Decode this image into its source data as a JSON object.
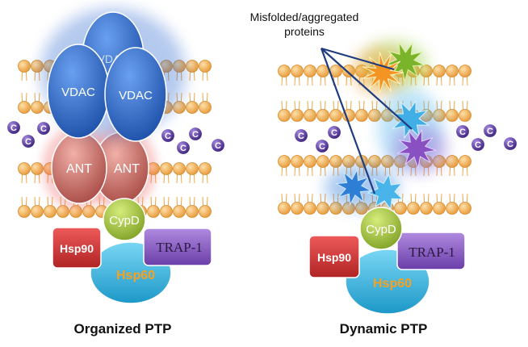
{
  "title_line1": "Misfolded/aggregated",
  "title_line2": "proteins",
  "panels": [
    {
      "caption": "Organized PTP",
      "vdac_label": "VDAC",
      "ant_label": "ANT",
      "cypd_label": "CypD",
      "hsp90_label": "Hsp90",
      "hsp60_label": "Hsp60",
      "trap_label": "TRAP-1",
      "cytc_label": "C"
    },
    {
      "caption": "Dynamic PTP",
      "cypd_label": "CypD",
      "hsp90_label": "Hsp90",
      "hsp60_label": "Hsp60",
      "trap_label": "TRAP-1",
      "cytc_label": "C"
    }
  ],
  "colors": {
    "lipid_head": "#f4b050",
    "vdac": "#2f6fc8",
    "ant": "#c96a62",
    "cypd": "#a6c83c",
    "hsp90": "#d83838",
    "hsp60": "#3cb8e0",
    "trap": "#8a5cc0",
    "cytc": "#5a3aa0",
    "star_orange": "#f09020",
    "star_green": "#78b028",
    "star_blue": "#38a8e0",
    "star_purple": "#8048b8"
  }
}
